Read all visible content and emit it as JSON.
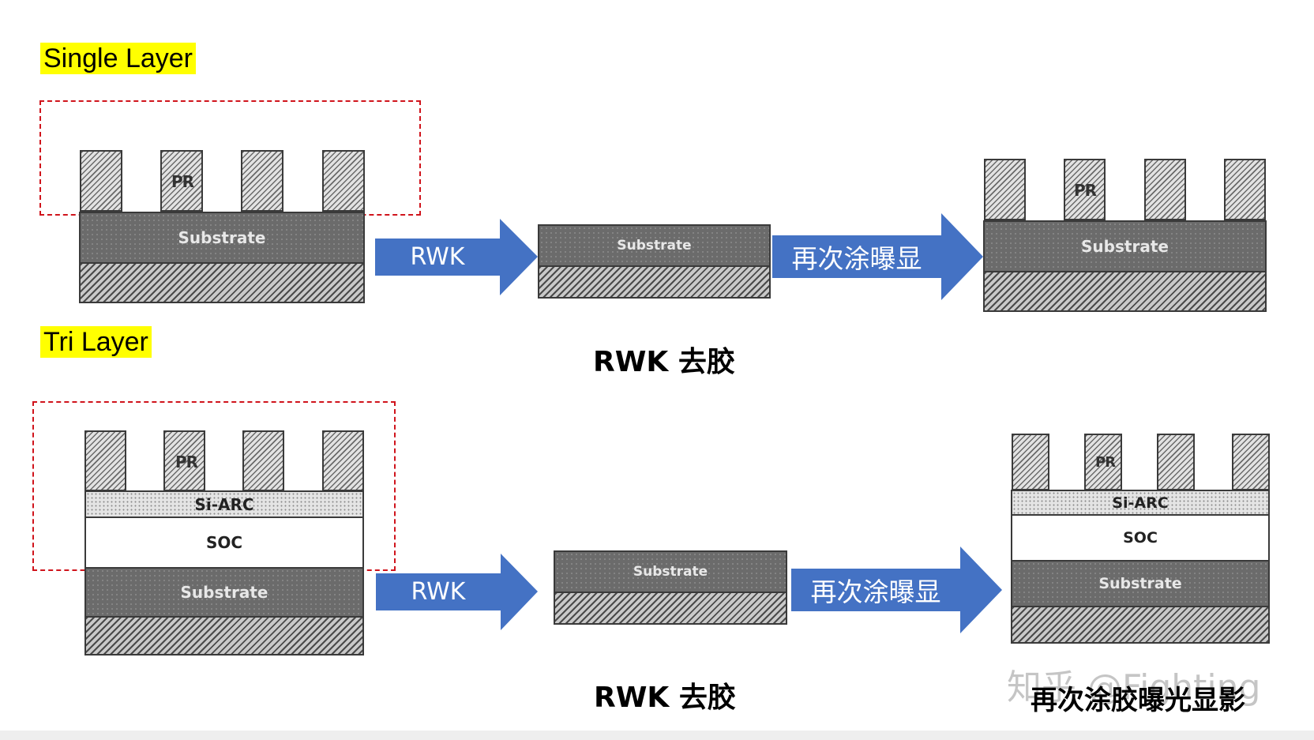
{
  "section_labels": {
    "single": "Single Layer",
    "tri": "Tri Layer"
  },
  "layers": {
    "pr": "PR",
    "substrate": "Substrate",
    "si_arc": "Si-ARC",
    "soc": "SOC"
  },
  "arrows": {
    "rwk": "RWK",
    "recoat": "再次涂曝显"
  },
  "captions": {
    "rwk_strip": "RWK 去胶",
    "recoat_full": "再次涂胶曝光显影"
  },
  "watermark": "知乎 @Fighting",
  "colors": {
    "highlight": "#ffff00",
    "dash_box": "#d0141c",
    "arrow": "#4472c4",
    "substrate": "#6b6b6b"
  },
  "icons": [
    "right-arrow-icon"
  ]
}
